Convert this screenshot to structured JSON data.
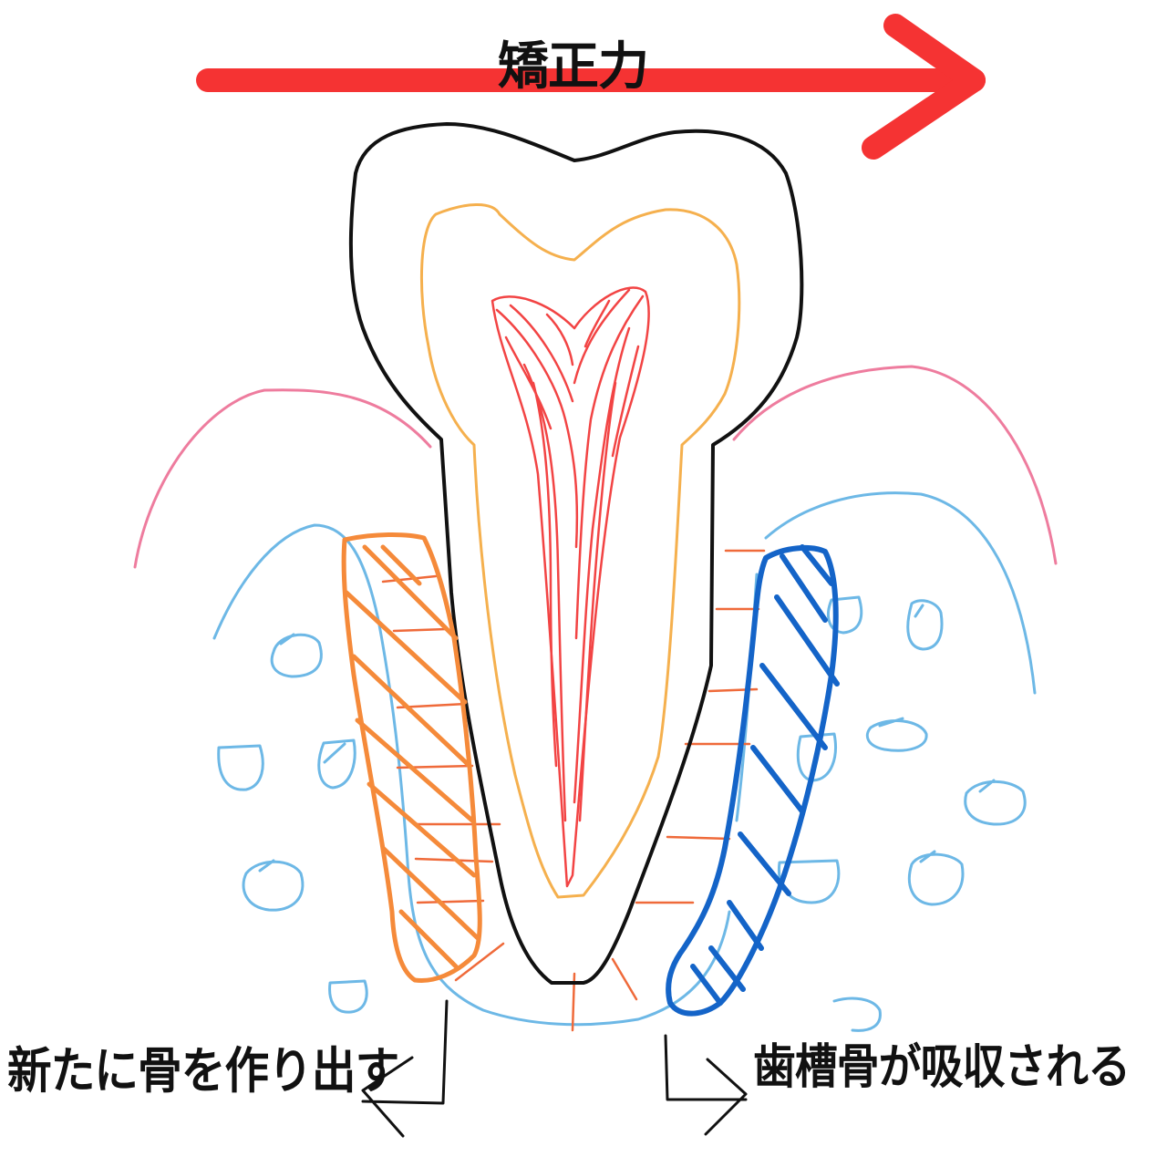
{
  "labels": {
    "force": "矯正力",
    "new_bone": "新たに骨を作り出す",
    "resorption": "歯槽骨が吸収される"
  },
  "colors": {
    "force_arrow": "#f53333",
    "tooth_outline": "#111111",
    "dentin": "#f5b04e",
    "pulp": "#f24444",
    "gum": "#ee7c9e",
    "bone": "#6db8e6",
    "ligament": "#ef6a3a",
    "formation": "#f58a3a",
    "resorption": "#1464c8"
  },
  "icons": {
    "force_arrow": "right-arrow",
    "left_pointer": "left-pointer-arrow",
    "right_pointer": "right-pointer-arrow"
  }
}
